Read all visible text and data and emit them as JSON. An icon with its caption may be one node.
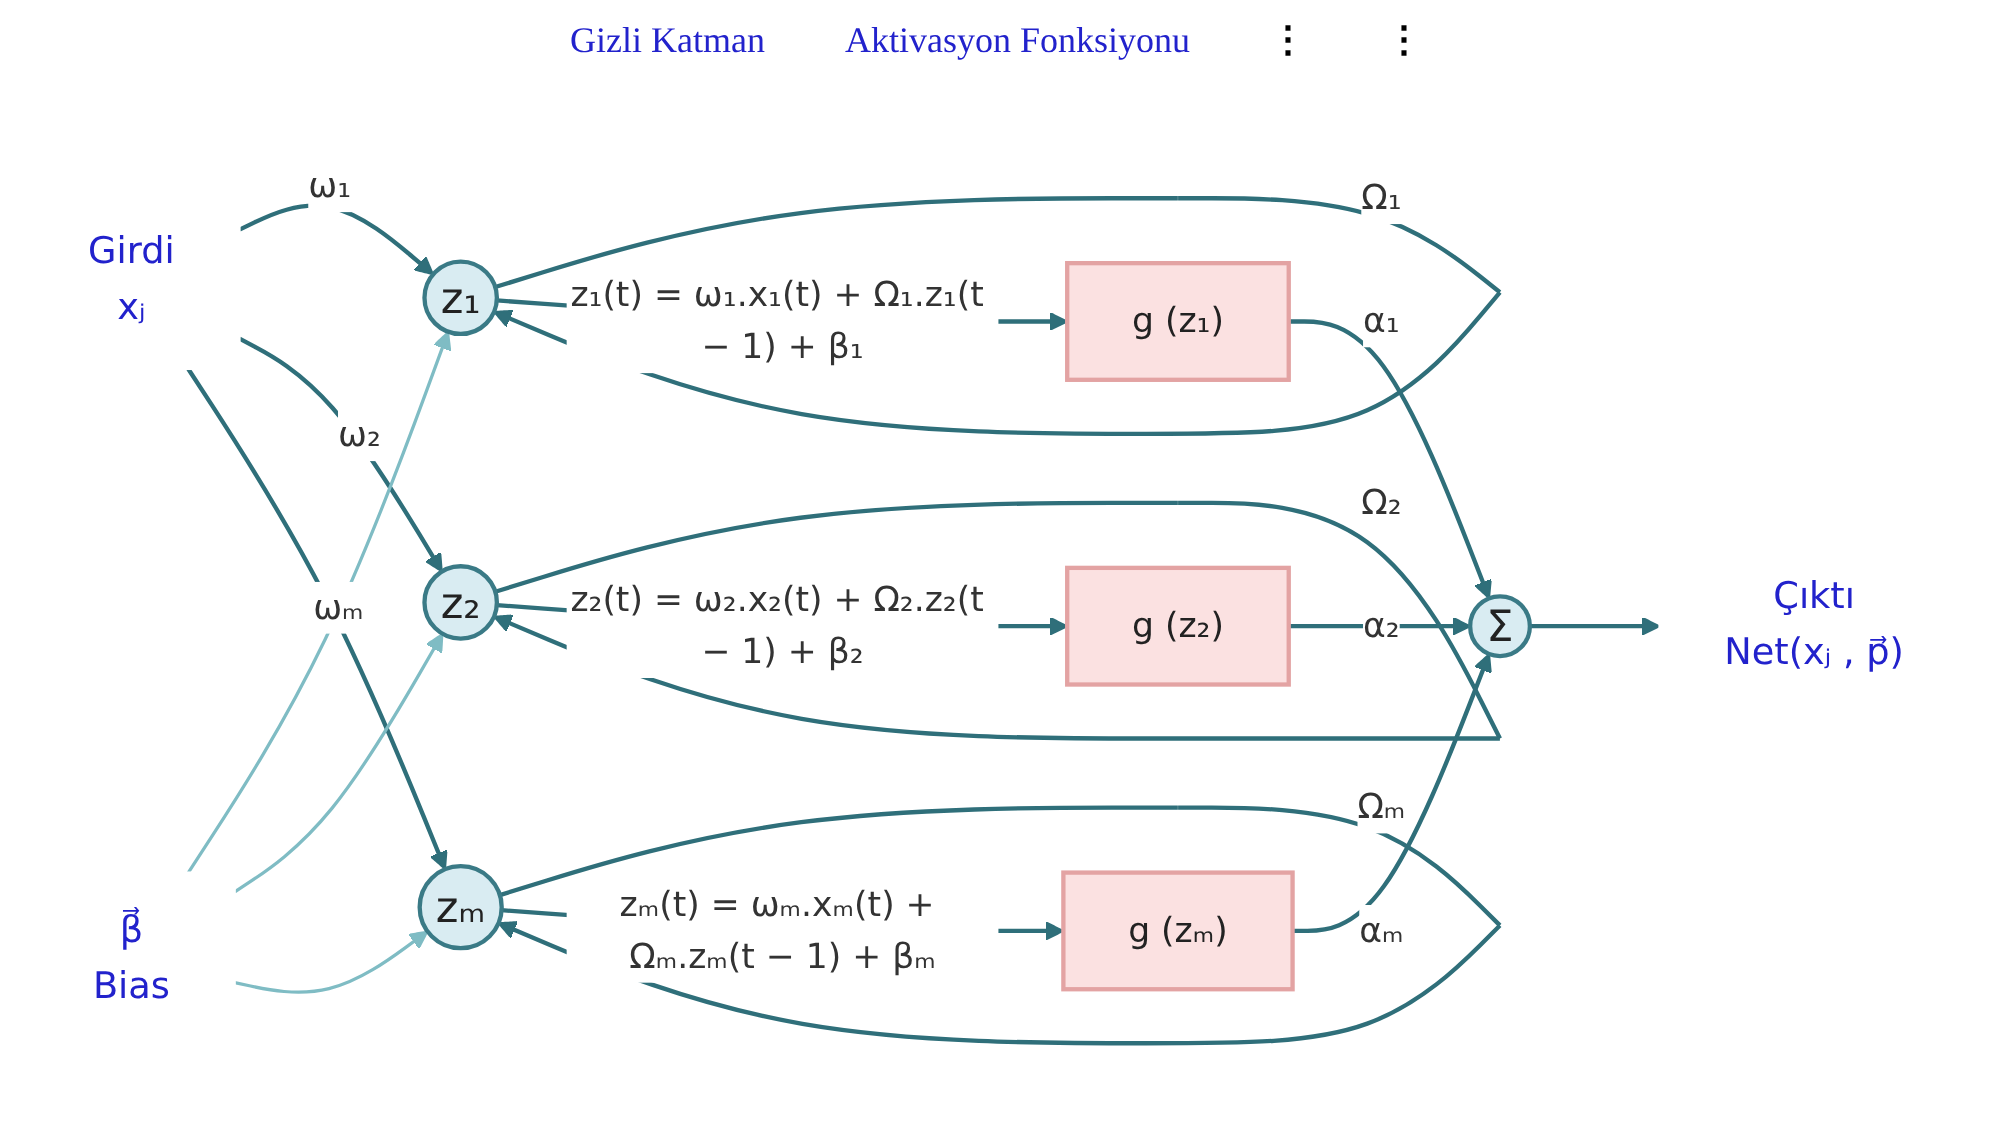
{
  "diagram": {
    "nodes": [
      {
        "text": [
          "Girdi",
          "xⱼ"
        ]
      },
      {
        "text": [
          "β⃗",
          "Bias"
        ]
      },
      {
        "text": [
          "z₁"
        ]
      },
      {
        "text": [
          "z₂"
        ]
      },
      {
        "text": [
          "zₘ"
        ]
      },
      {
        "text": [
          "g (z₁)"
        ]
      },
      {
        "text": [
          "g (z₂)"
        ]
      },
      {
        "text": [
          "g (zₘ)"
        ]
      },
      {
        "text": [
          "Σ"
        ]
      },
      {
        "text": [
          "Çıktı",
          "Net(xⱼ , p⃗)"
        ]
      }
    ],
    "edges": [
      {
        "from": 0,
        "to": 2,
        "arrow": "to",
        "label": "ω₁"
      },
      {
        "from": 0,
        "to": 3,
        "arrow": "to",
        "label": "ω₂"
      },
      {
        "from": 0,
        "to": 4,
        "arrow": "to",
        "label": "ωₘ"
      },
      {
        "from": 1,
        "to": 2,
        "arrow": "to",
        "color": "#7fbcc4"
      },
      {
        "from": 1,
        "to": 3,
        "arrow": "to",
        "color": "#7fbcc4"
      },
      {
        "from": 1,
        "to": 4,
        "arrow": "to",
        "color": "#7fbcc4"
      },
      {
        "from": 2,
        "to": 2,
        "arrow": "to",
        "label": "Ω₁"
      },
      {
        "from": 3,
        "to": 3,
        "arrow": "to",
        "label": "Ω₂"
      },
      {
        "from": 4,
        "to": 4,
        "arrow": "to",
        "label": "Ωₘ"
      },
      {
        "from": 2,
        "to": 5,
        "arrow": "to",
        "label": "z₁(t) = ω₁.x₁(t) + Ω₁.z₁(t − 1) + β₁"
      },
      {
        "from": 3,
        "to": 6,
        "arrow": "to",
        "label": "z₂(t) = ω₂.x₂(t) + Ω₂.z₂(t − 1) + β₂"
      },
      {
        "from": 4,
        "to": 7,
        "arrow": "to",
        "label": "zₘ(t) = ωₘ.xₘ(t) + Ωₘ.zₘ(t − 1) + βₘ"
      },
      {
        "from": 5,
        "to": 8,
        "arrow": "to",
        "label": "α₁"
      },
      {
        "from": 6,
        "to": 8,
        "arrow": "to",
        "label": "α₂"
      },
      {
        "from": 7,
        "to": 8,
        "arrow": "to",
        "label": "αₘ"
      },
      {
        "from": 8,
        "to": 9,
        "arrow": "to"
      }
    ],
    "labels": [
      "Gizli Katman",
      "Aktivasyon Fonksiyonu",
      "⋮",
      "⋮"
    ]
  }
}
